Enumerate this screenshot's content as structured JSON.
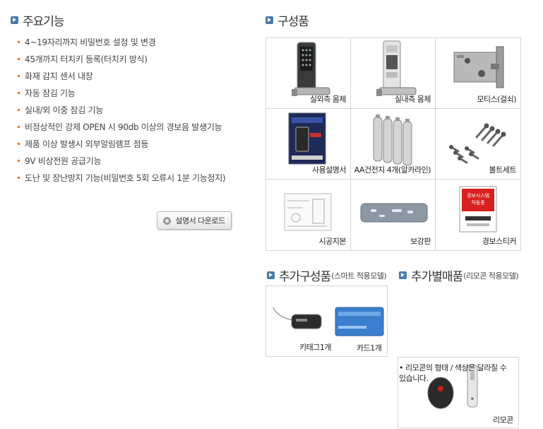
{
  "features": {
    "title": "주요기능",
    "items": [
      "4~19자리까지 비밀번호 설정 및 변경",
      "45개까지 터치키 등록(터치키 방식)",
      "화재 감지 센서 내장",
      "자동 잠김 기능",
      "실내/외 이중 잠김 기능",
      "비정상적인 강제 OPEN 시 90db 이상의 경보음 발생기능",
      "제품 이상 발생시 외부알림램프 점등",
      "9V 비상전원 공급기능",
      "도난 및 장난방지 기능(비밀번호 5회 오류시 1분 기능정지)"
    ],
    "download_label": "설명서 다운로드"
  },
  "components": {
    "title": "구성품",
    "items": [
      {
        "label": "실외측 몸체",
        "icon": "outdoor-body-image"
      },
      {
        "label": "실내측 몸체",
        "icon": "indoor-body-image"
      },
      {
        "label": "모티스(걸쇠)",
        "icon": "mortise-image"
      },
      {
        "label": "사용설명서",
        "icon": "manual-image"
      },
      {
        "label": "AA건전지 4개(알카라인)",
        "icon": "battery-image"
      },
      {
        "label": "볼트세트",
        "icon": "bolt-set-image"
      },
      {
        "label": "시공지본",
        "icon": "template-image"
      },
      {
        "label": "보강판",
        "icon": "reinforce-plate-image"
      },
      {
        "label": "경보스티커",
        "icon": "alarm-sticker-image"
      }
    ],
    "sticker_text": [
      "경보시스템",
      "작동중"
    ]
  },
  "additional": {
    "title": "추가구성품",
    "subtitle": "(스마트 적용모델)",
    "items": [
      "키태그1개",
      "카드1개"
    ]
  },
  "optional": {
    "title": "추가별매품",
    "subtitle": "(리모콘 적용모델)",
    "items": [
      "리모콘"
    ],
    "note": "• 리모콘의 형태 / 색상은 달라질 수 있습니다."
  },
  "colors": {
    "accent": "#4a7ca8",
    "bullet": "#e07a1c",
    "border": "#d6d6d6"
  }
}
